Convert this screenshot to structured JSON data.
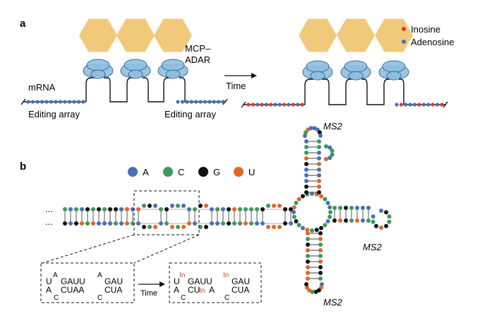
{
  "panel_a": {
    "label": "a",
    "mrna_label": "mRNA",
    "editing_array_left": "Editing array",
    "editing_array_right": "Editing array",
    "mcp_line1": "MCP–",
    "mcp_line2": "ADAR",
    "time_label": "Time",
    "legend": [
      {
        "label": "Inosine",
        "color": "#e03a2f"
      },
      {
        "label": "Adenosine",
        "color": "#4a6fb5"
      }
    ]
  },
  "panel_b": {
    "label": "b",
    "nucleotides": [
      {
        "label": "A",
        "color": "#4a6fb5"
      },
      {
        "label": "C",
        "color": "#3a9a5b"
      },
      {
        "label": "G",
        "color": "#111111"
      },
      {
        "label": "U",
        "color": "#e0662a"
      }
    ],
    "ellipsis": "...",
    "ms2_label": "MS2",
    "time_label": "Time",
    "inosine_mark": "In",
    "seq_before": {
      "top_small_left": "A",
      "top_small_right": "A",
      "top_left": "U",
      "top_mid1": "GAUU",
      "top_mid2": "GAU",
      "bot_left": "A",
      "bot_small_left": "C",
      "bot_mid1": "CUAA",
      "bot_small_right": "C",
      "bot_mid2": "CUA"
    },
    "seq_after": {
      "top_left": "U",
      "top_mid1": "GAUU",
      "top_mid2": "GAU",
      "bot_left": "A",
      "bot_small_left": "C",
      "bot_mid1": "CU",
      "bot_mid1b": "A",
      "bot_small_right": "C",
      "bot_mid2": "CUA"
    }
  },
  "colors": {
    "hexagon": "#f1c97a",
    "mcp": "#8fbfe0",
    "mcp_edge": "#3b6b95",
    "inosine": "#e03a2f",
    "adenosine": "#4a6fb5"
  }
}
